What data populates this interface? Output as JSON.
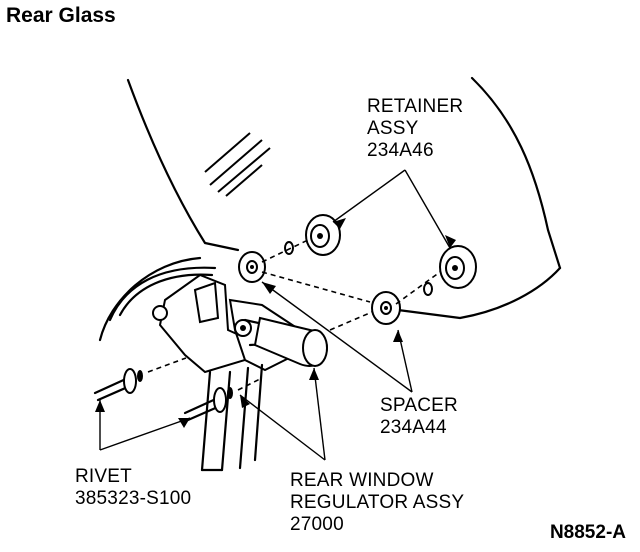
{
  "title": "Rear Glass",
  "labels": {
    "retainer": [
      "RETAINER",
      "ASSY",
      "234A46"
    ],
    "spacer": [
      "SPACER",
      "234A44"
    ],
    "rivet": [
      "RIVET",
      "385323-S100"
    ],
    "regulator": [
      "REAR WINDOW",
      "REGULATOR ASSY",
      "27000"
    ]
  },
  "figure_code": "N8852-A"
}
